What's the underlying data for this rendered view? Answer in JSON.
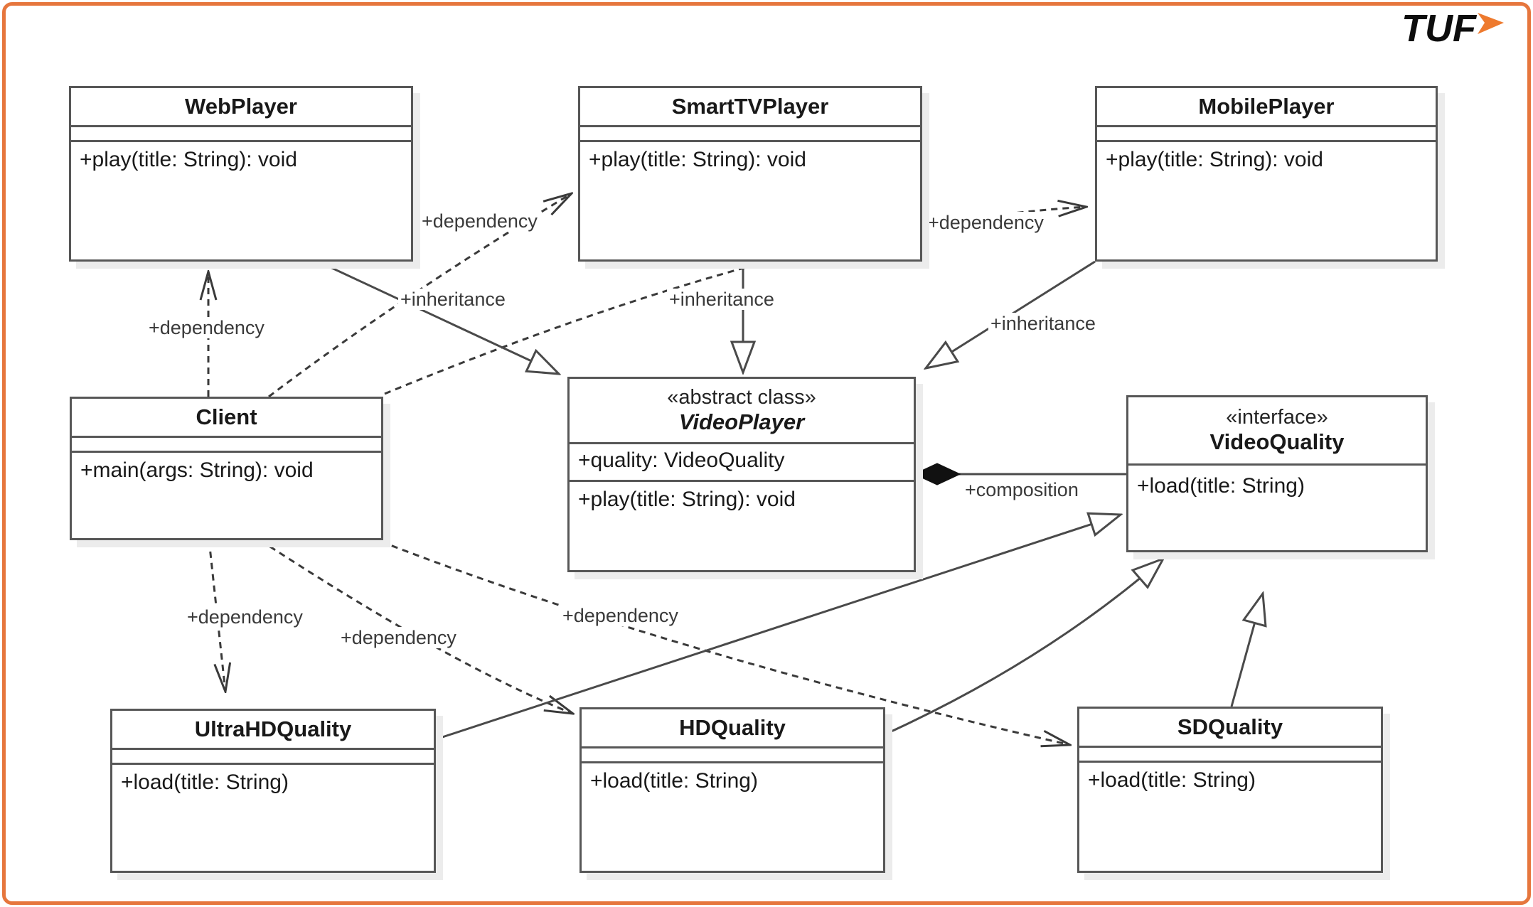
{
  "logo": {
    "text": "TUF"
  },
  "colors": {
    "frame": "#e6763d",
    "box_border": "#575757",
    "line": "#3a3a3a",
    "logo_arrow": "#ee7a2e",
    "shadow": "#ececec"
  },
  "classes": {
    "web_player": {
      "name": "WebPlayer",
      "method": "+play(title: String): void"
    },
    "smarttv_player": {
      "name": "SmartTVPlayer",
      "method": "+play(title: String): void"
    },
    "mobile_player": {
      "name": "MobilePlayer",
      "method": "+play(title: String): void"
    },
    "client": {
      "name": "Client",
      "method": "+main(args: String): void"
    },
    "video_player": {
      "stereotype": "«abstract class»",
      "name": "VideoPlayer",
      "attribute": "+quality: VideoQuality",
      "method": "+play(title: String): void"
    },
    "video_quality": {
      "stereotype": "«interface»",
      "name": "VideoQuality",
      "method": "+load(title: String)"
    },
    "ultrahd_quality": {
      "name": "UltraHDQuality",
      "method": "+load(title: String)"
    },
    "hd_quality": {
      "name": "HDQuality",
      "method": "+load(title: String)"
    },
    "sd_quality": {
      "name": "SDQuality",
      "method": "+load(title: String)"
    }
  },
  "relationships": [
    {
      "label": "+dependency",
      "type": "dependency",
      "from": "Client",
      "to": "WebPlayer"
    },
    {
      "label": "+dependency",
      "type": "dependency",
      "from": "Client",
      "to": "SmartTVPlayer"
    },
    {
      "label": "+dependency",
      "type": "dependency",
      "from": "Client",
      "to": "MobilePlayer"
    },
    {
      "label": "+inheritance",
      "type": "inheritance",
      "from": "WebPlayer",
      "to": "VideoPlayer"
    },
    {
      "label": "+inheritance",
      "type": "inheritance",
      "from": "SmartTVPlayer",
      "to": "VideoPlayer"
    },
    {
      "label": "+inheritance",
      "type": "inheritance",
      "from": "MobilePlayer",
      "to": "VideoPlayer"
    },
    {
      "label": "+composition",
      "type": "composition",
      "from": "VideoPlayer",
      "to": "VideoQuality"
    },
    {
      "label": "+dependency",
      "type": "dependency",
      "from": "Client",
      "to": "UltraHDQuality"
    },
    {
      "label": "+dependency",
      "type": "dependency",
      "from": "Client",
      "to": "HDQuality"
    },
    {
      "label": "+dependency",
      "type": "dependency",
      "from": "Client",
      "to": "SDQuality"
    },
    {
      "label": "",
      "type": "realization",
      "from": "UltraHDQuality",
      "to": "VideoQuality"
    },
    {
      "label": "",
      "type": "realization",
      "from": "HDQuality",
      "to": "VideoQuality"
    },
    {
      "label": "",
      "type": "realization",
      "from": "SDQuality",
      "to": "VideoQuality"
    }
  ]
}
